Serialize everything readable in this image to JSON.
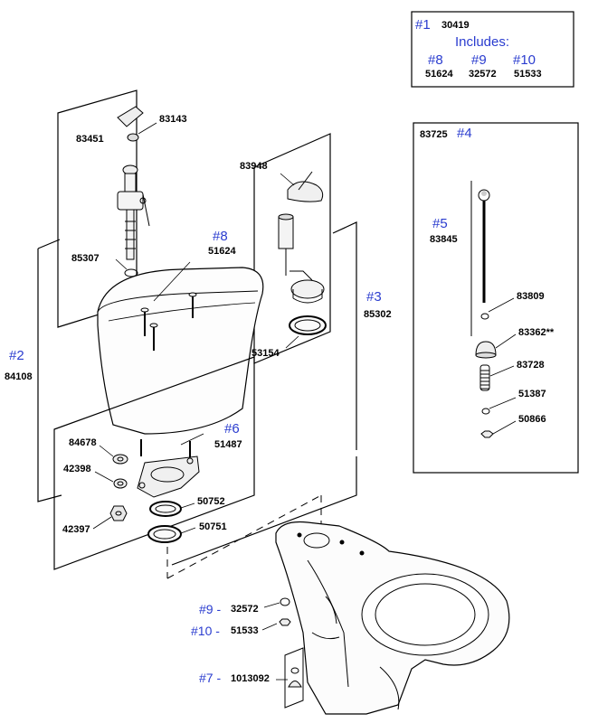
{
  "kit_box": {
    "ref": "#1",
    "part": "30419",
    "includes_label": "Includes:",
    "items": [
      {
        "ref": "#8",
        "part": "51624"
      },
      {
        "ref": "#9",
        "part": "32572"
      },
      {
        "ref": "#10",
        "part": "51533"
      }
    ]
  },
  "flapper_panel": {
    "part_83725": "83725",
    "ref_4": "#4",
    "ref_5": "#5",
    "part_83845": "83845",
    "part_83809": "83809",
    "part_83362": "83362**",
    "part_83728": "83728",
    "part_51387": "51387",
    "part_50866": "50866"
  },
  "tank_group": {
    "ref_2": "#2",
    "part_84108": "84108",
    "part_83451": "83451",
    "part_83143": "83143",
    "part_85307": "85307",
    "ref_8": "#8",
    "part_51624": "51624",
    "part_83948": "83948",
    "ref_3": "#3",
    "part_85302": "85302",
    "part_53154": "53154"
  },
  "base_group": {
    "part_84678": "84678",
    "part_42398": "42398",
    "part_42397": "42397",
    "ref_6": "#6",
    "part_51487": "51487",
    "part_50752": "50752",
    "part_50751": "50751"
  },
  "bowl_group": {
    "ref_9": "#9 -",
    "part_32572": "32572",
    "ref_10": "#10 -",
    "part_51533": "51533",
    "ref_7": "#7 -",
    "part_1013092": "1013092"
  }
}
